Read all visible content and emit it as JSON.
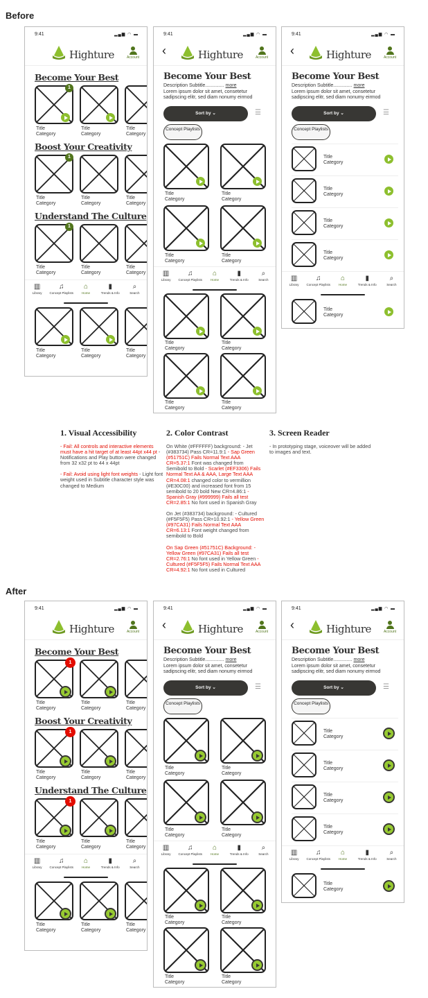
{
  "labels": {
    "before": "Before",
    "after": "After"
  },
  "status": {
    "time": "9:41",
    "signal": "▂▄▆ ◠ ▬"
  },
  "brand": "Highture",
  "account": "Account",
  "back": "‹",
  "home": {
    "sections": [
      "Become Your Best",
      "Boost Your Creativity",
      "Understand The Culture"
    ],
    "badge": "1"
  },
  "item": {
    "title": "Title",
    "category": "Category"
  },
  "detail": {
    "heading": "Become Your Best",
    "subtitle": "Description Subtitle..............",
    "more": "more",
    "body": "Lorem ipsum dolor sit amet, consetetur sadipscing elitr, sed diam nonumy eirmod",
    "sort": "Sort by ⌄",
    "chip": "Concept Playlists",
    "list_icon": "☰"
  },
  "nav": [
    {
      "icon": "▥",
      "label": "Library"
    },
    {
      "icon": "♫",
      "label": "Concept Playlists"
    },
    {
      "icon": "⌂",
      "label": "Home",
      "active": true
    },
    {
      "icon": "▮",
      "label": "Trends & Info"
    },
    {
      "icon": "⌕",
      "label": "Search"
    }
  ],
  "colors": {
    "sap_green": "#51751C",
    "yellow_green": "#97CA31",
    "jet": "#383734",
    "vermillion": "#E30C00"
  },
  "notes": [
    {
      "title": "1. Visual Accessibility",
      "paras": [
        [
          {
            "t": "- Fail: All controls and interactive elements must have a hit target of at least 44pt x44 pt",
            "red": true
          },
          {
            "t": " - Notifications and Play button were changed from 32 x32 pt to 44 x 44pt"
          }
        ],
        [
          {
            "t": "- Fail: Avoid using light font weights",
            "red": true
          },
          {
            "t": " - Light font weight used in Subtitle character style was changed to Medium"
          }
        ]
      ]
    },
    {
      "title": "2. Color Contrast",
      "paras": [
        [
          {
            "t": "On White (#FFFFFF) background: - Jet (#383734) Pass CR=11.9:1 "
          },
          {
            "t": "- Sap Green (#51751C) Fails Normal Text AAA CR=5.37:1",
            "red": true
          },
          {
            "t": " Font was changed from Semibold to Bold "
          },
          {
            "t": "- Scarlet (#EF3306) Fails Normal Text AA & AAA, Large Text AAA CR=4.08:1",
            "red": true
          },
          {
            "t": " changed color to vermillion (#E30C00) and increased font from 15 semibold to 20 bold New CR=4.86:1 "
          },
          {
            "t": "- Spanish Gray (#999999) Fails all test CR=2.85:1",
            "red": true
          },
          {
            "t": " No font used in Spanish Gray"
          }
        ],
        [
          {
            "t": "On Jet (#383734) background: - Cultured (#F5F5F5) Pass CR=10.92:1 "
          },
          {
            "t": "- Yellow Green (#97CA31) Fails Normal Text AAA CR=6.13:1",
            "red": true
          },
          {
            "t": " Font weight changed from semibold to Bold"
          }
        ],
        [
          {
            "t": "On Sap Green (#51751C) Background: - Yellow Green (#97CA31) Fails all test CR=2.76:1",
            "red": true
          },
          {
            "t": " No font used in Yellow Green "
          },
          {
            "t": "- Cultured (#F5F5F5) Fails Normal Text AAA CR=4.92:1",
            "red": true
          },
          {
            "t": " No font used in Cultured"
          }
        ]
      ]
    },
    {
      "title": "3. Screen Reader",
      "paras": [
        [
          {
            "t": "- In prototyping stage, voiceover will be added to images and text."
          }
        ]
      ]
    }
  ]
}
